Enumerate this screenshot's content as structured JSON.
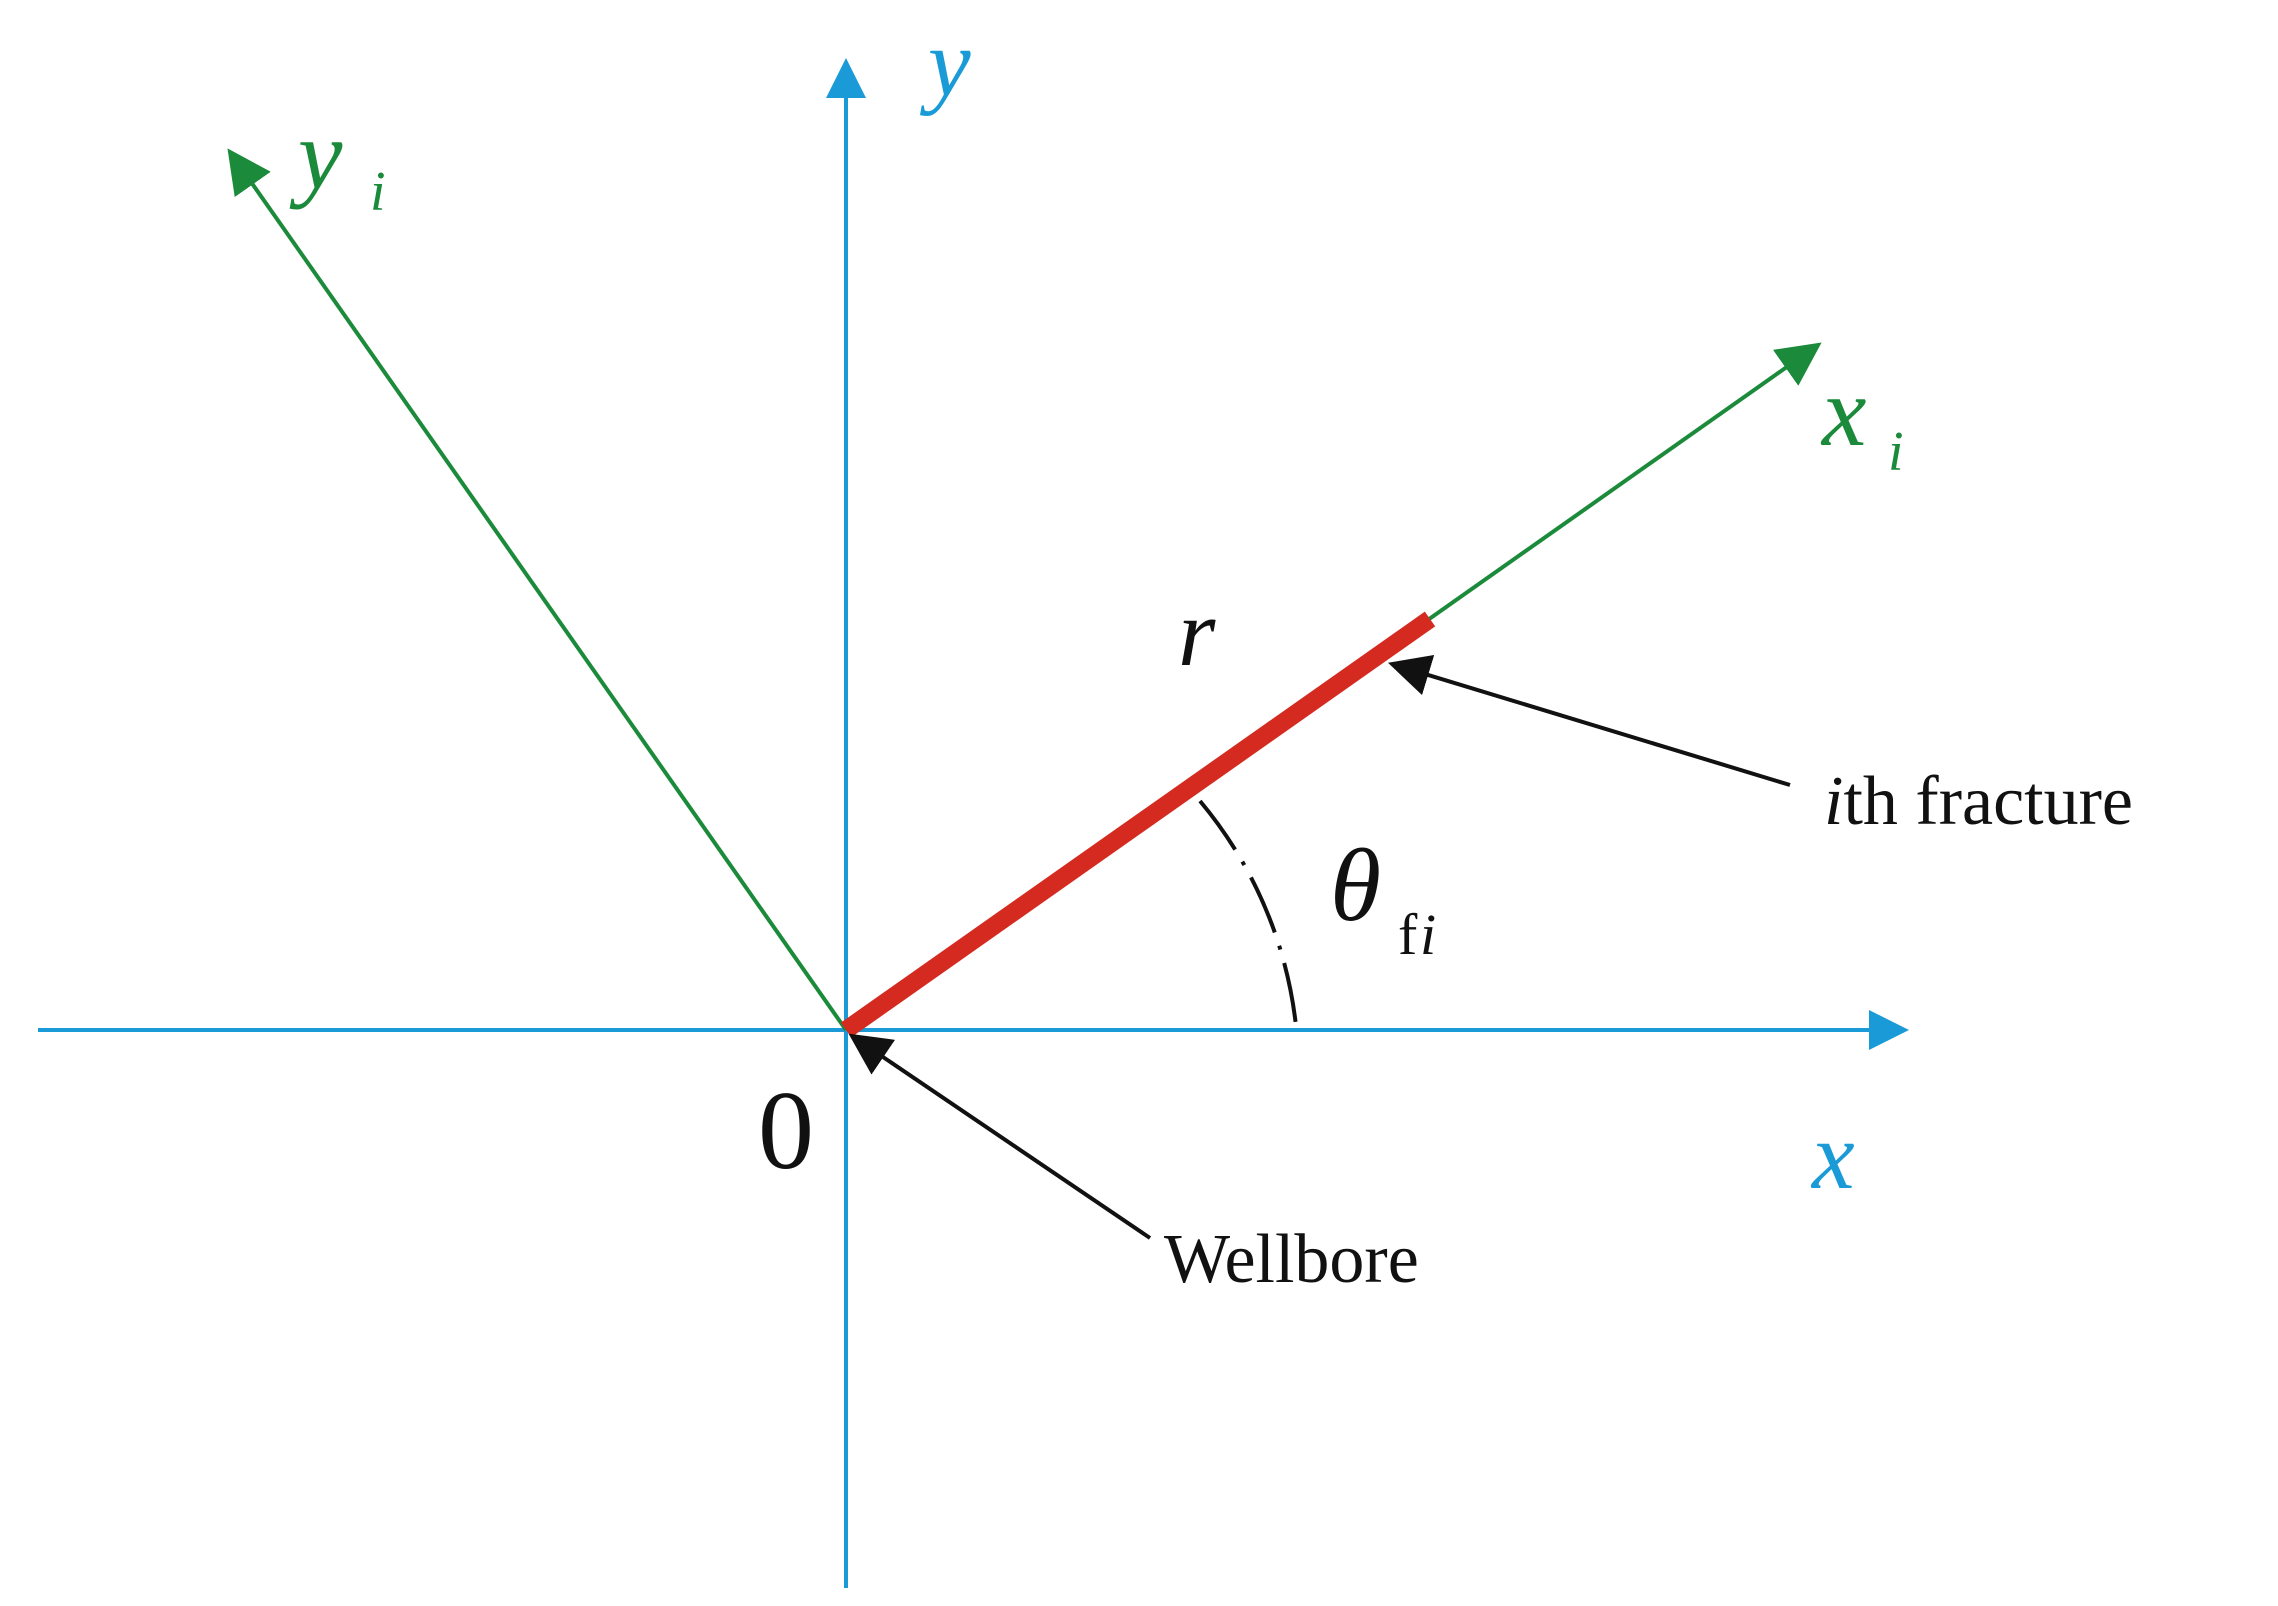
{
  "colors": {
    "cartesian_axis": "#1a9bd7",
    "local_axis": "#1b8a3a",
    "fracture": "#d42a20",
    "annotation": "#111111",
    "background": "#ffffff"
  },
  "axes": {
    "x_label": "x",
    "y_label": "y",
    "xi_label_base": "x",
    "xi_label_sub": "i",
    "yi_label_base": "y",
    "yi_label_sub": "i"
  },
  "origin_label": "0",
  "fracture": {
    "length_label": "r"
  },
  "angle": {
    "symbol": "θ",
    "sub_f": "f",
    "sub_i": "i"
  },
  "callouts": {
    "fracture_prefix": "i",
    "fracture_text": "th fracture",
    "wellbore_text": "Wellbore"
  }
}
